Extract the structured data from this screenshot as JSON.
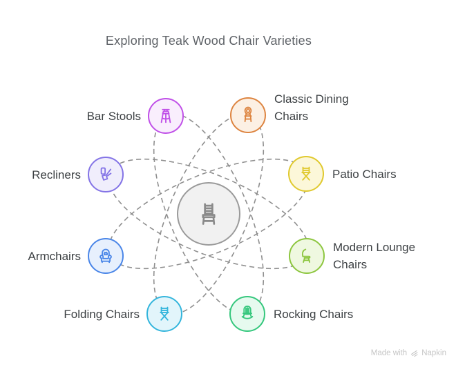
{
  "title": "Exploring Teak Wood Chair Varieties",
  "center": {
    "id": "teak-wood-chairs",
    "icon": "teak-wood-chair-icon",
    "color": "#9a9a9a",
    "fill": "#f1f1f1",
    "icon_color": "#8a8a8a"
  },
  "nodes": [
    {
      "id": "bar-stools",
      "label": "Bar Stools",
      "icon": "bar-stool-icon",
      "color": "#c050e8",
      "fill": "#f9eefd"
    },
    {
      "id": "classic-dining-chairs",
      "label": "Classic Dining Chairs",
      "icon": "classic-dining-chair-icon",
      "color": "#dd8440",
      "fill": "#fcf0e4"
    },
    {
      "id": "recliners",
      "label": "Recliners",
      "icon": "recliner-icon",
      "color": "#8474e6",
      "fill": "#f0eefc"
    },
    {
      "id": "patio-chairs",
      "label": "Patio Chairs",
      "icon": "patio-chair-icon",
      "color": "#e0c92e",
      "fill": "#fcf7d9"
    },
    {
      "id": "armchairs",
      "label": "Armchairs",
      "icon": "armchair-icon",
      "color": "#4a86e8",
      "fill": "#e7f0fd"
    },
    {
      "id": "modern-lounge-chairs",
      "label": "Modern Lounge Chairs",
      "icon": "lounge-chair-icon",
      "color": "#8dc63f",
      "fill": "#eff8e0"
    },
    {
      "id": "folding-chairs",
      "label": "Folding Chairs",
      "icon": "folding-chair-icon",
      "color": "#33b5dc",
      "fill": "#e2f5fb"
    },
    {
      "id": "rocking-chairs",
      "label": "Rocking Chairs",
      "icon": "rocking-chair-icon",
      "color": "#35c77d",
      "fill": "#e6faef"
    }
  ],
  "orbit": {
    "color": "#8f8f8f",
    "dash": "7 5",
    "width": "1.6"
  },
  "text_colors": {
    "title": "#5f6368",
    "label": "#3c4043"
  },
  "watermark": {
    "prefix": "Made with",
    "brand": "Napkin",
    "color": "#c6c6c6"
  }
}
